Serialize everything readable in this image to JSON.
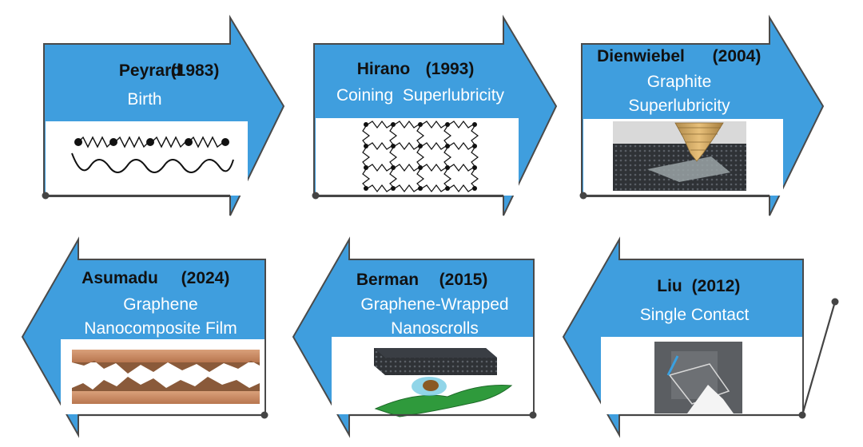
{
  "colors": {
    "arrow_fill": "#3f9ede",
    "arrow_stroke": "#4a4a4a",
    "heading": "#111111",
    "subtitle": "#ffffff",
    "timeline": "#444444"
  },
  "milestones": [
    {
      "author": "Peyrard",
      "year": "(1983)",
      "topic_lines": [
        "Birth"
      ],
      "illustration": "frenkel-kontorova-chain",
      "direction": "right"
    },
    {
      "author": "Hirano",
      "year": "(1993)",
      "topic_lines": [
        "Coining  Superlubricity"
      ],
      "illustration": "spring-lattice",
      "direction": "right"
    },
    {
      "author": "Dienwiebel",
      "year": "(2004)",
      "topic_lines": [
        "Graphite",
        "Superlubricity"
      ],
      "illustration": "tip-on-graphite-render",
      "direction": "right"
    },
    {
      "author": "Liu",
      "year": "(2012)",
      "topic_lines": [
        "Single Contact"
      ],
      "illustration": "single-contact-micrograph",
      "direction": "left"
    },
    {
      "author": "Berman",
      "year": "(2015)",
      "topic_lines": [
        "Graphene-Wrapped",
        "Nanoscrolls"
      ],
      "illustration": "nanoscroll-render",
      "direction": "left"
    },
    {
      "author": "Asumadu",
      "year": "(2024)",
      "topic_lines": [
        "Graphene",
        "Nanocomposite Film"
      ],
      "illustration": "nanocomposite-film-render",
      "direction": "left"
    }
  ]
}
